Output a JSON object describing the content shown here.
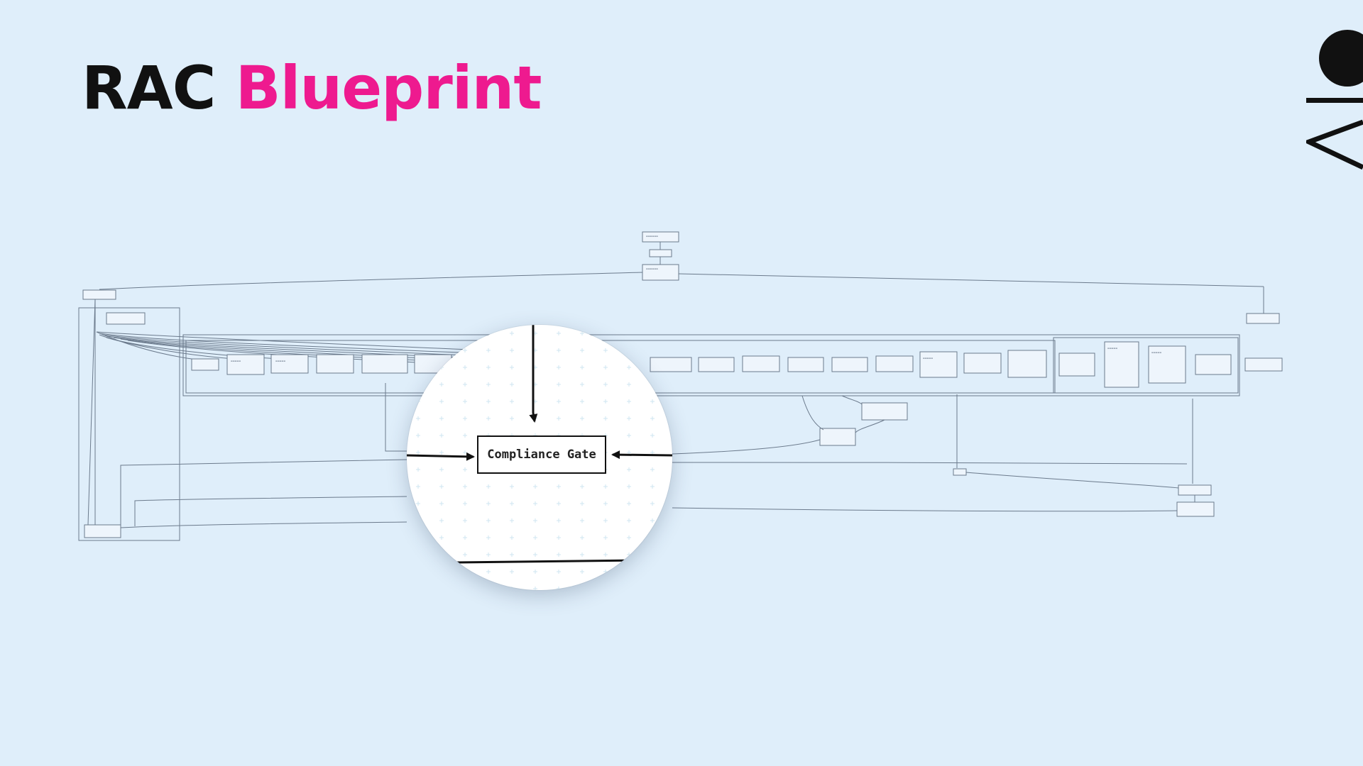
{
  "slide": {
    "title_part1": "RAC",
    "title_part2": "Blueprint",
    "accent_color": "#ee1a8f",
    "title_color": "#111111",
    "background_color": "#dfeefa"
  },
  "logo": {
    "icon": "brand-logo-icon"
  },
  "magnifier": {
    "focused_node_label": "Compliance Gate"
  }
}
